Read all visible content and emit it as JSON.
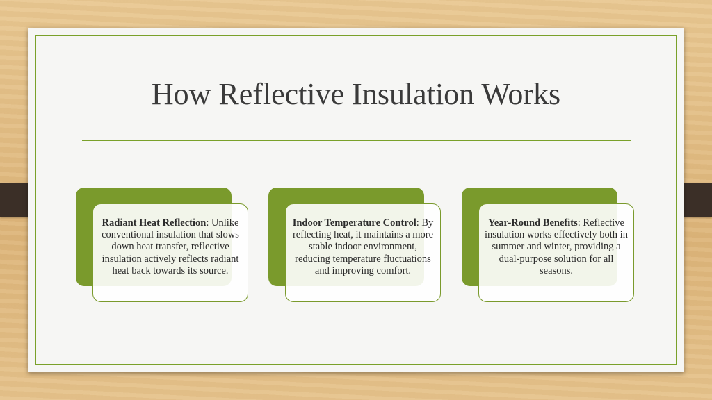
{
  "slide": {
    "title": "How Reflective Insulation Works"
  },
  "cards": [
    {
      "heading": "Radiant Heat Reflection",
      "body": ": Unlike conventional insulation that slows down heat transfer, reflective insulation actively reflects radiant heat back towards its source."
    },
    {
      "heading": "Indoor Temperature Control",
      "body": ": By reflecting heat, it maintains a more stable indoor environment, reducing temperature fluctuations and improving comfort."
    },
    {
      "heading": "Year-Round Benefits",
      "body": ": Reflective insulation works effectively both in summer and winter, providing a dual-purpose solution for all seasons."
    }
  ],
  "colors": {
    "accent": "#7a9a2c",
    "frame": "#7aa12a",
    "tab": "#3b2f27",
    "slide_bg": "#f6f6f4"
  }
}
